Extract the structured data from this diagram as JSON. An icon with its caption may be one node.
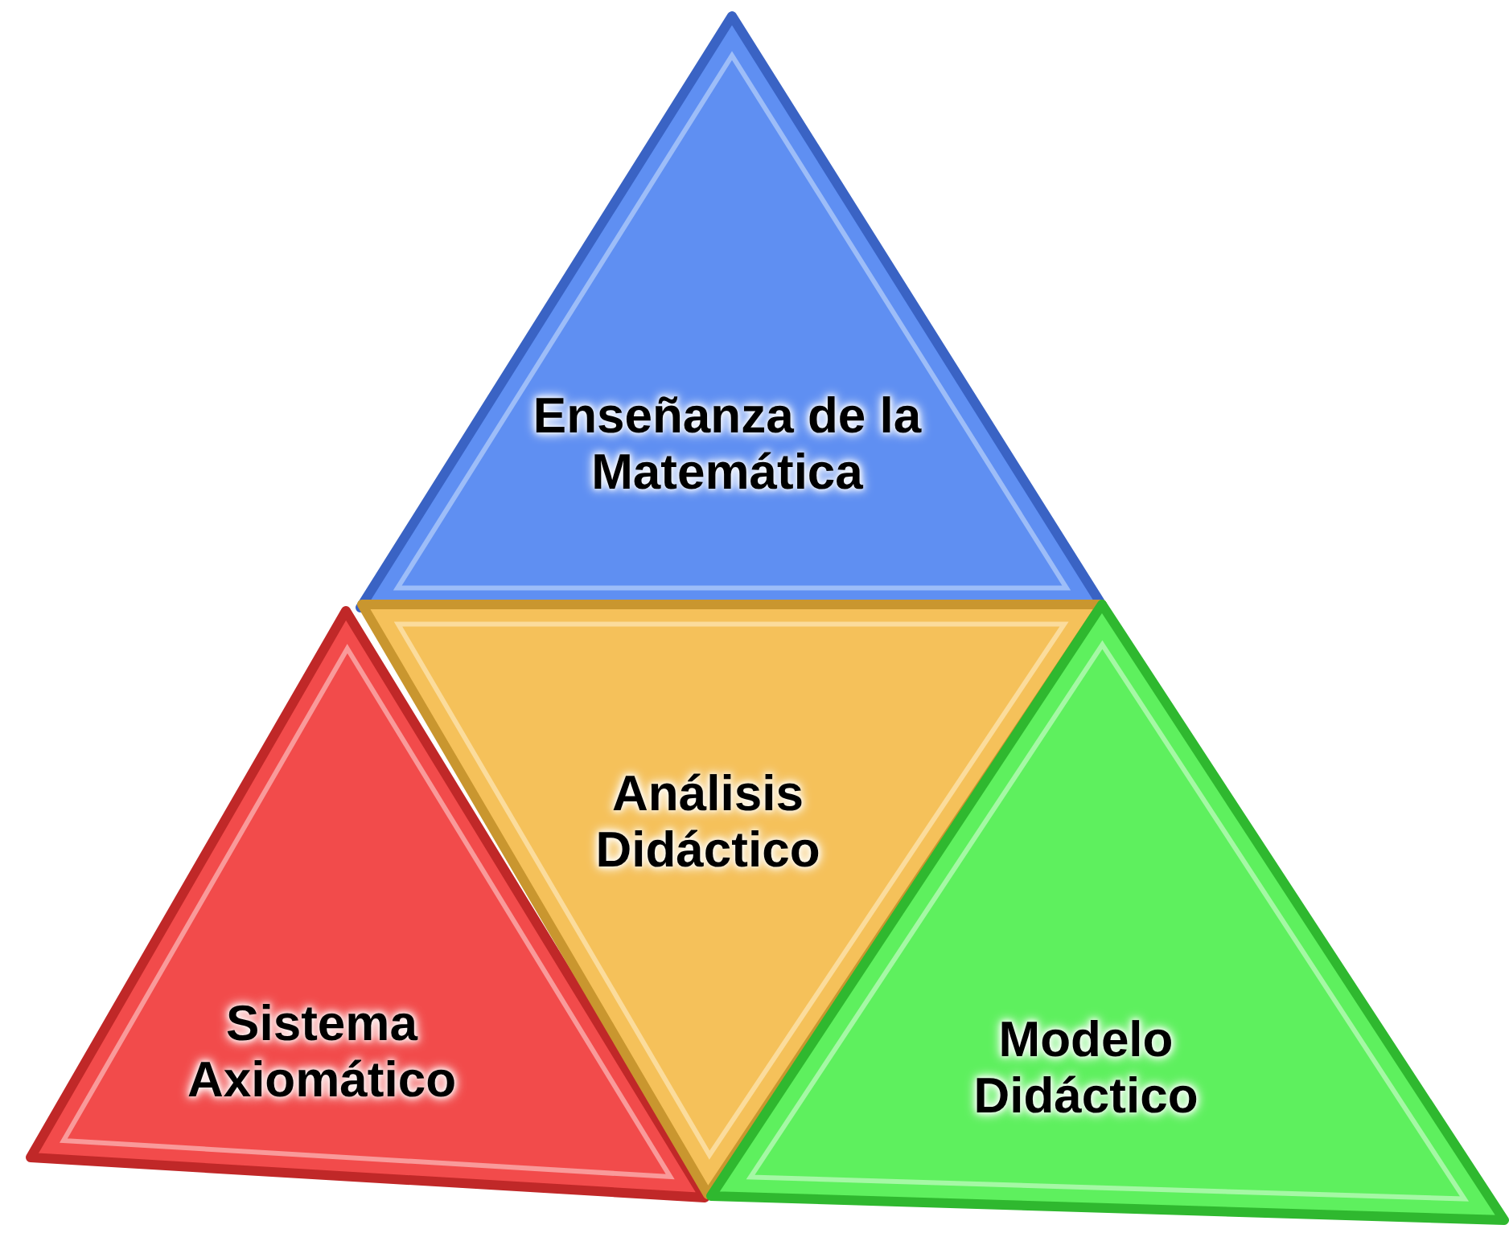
{
  "diagram": {
    "nodes": [
      {
        "text": [
          "Enseñanza de la Matemática"
        ]
      },
      {
        "text": [
          "Sistema Axiomático"
        ]
      },
      {
        "text": [
          "Análisis Didáctico"
        ]
      },
      {
        "text": [
          "Modelo Didáctico"
        ]
      }
    ]
  }
}
